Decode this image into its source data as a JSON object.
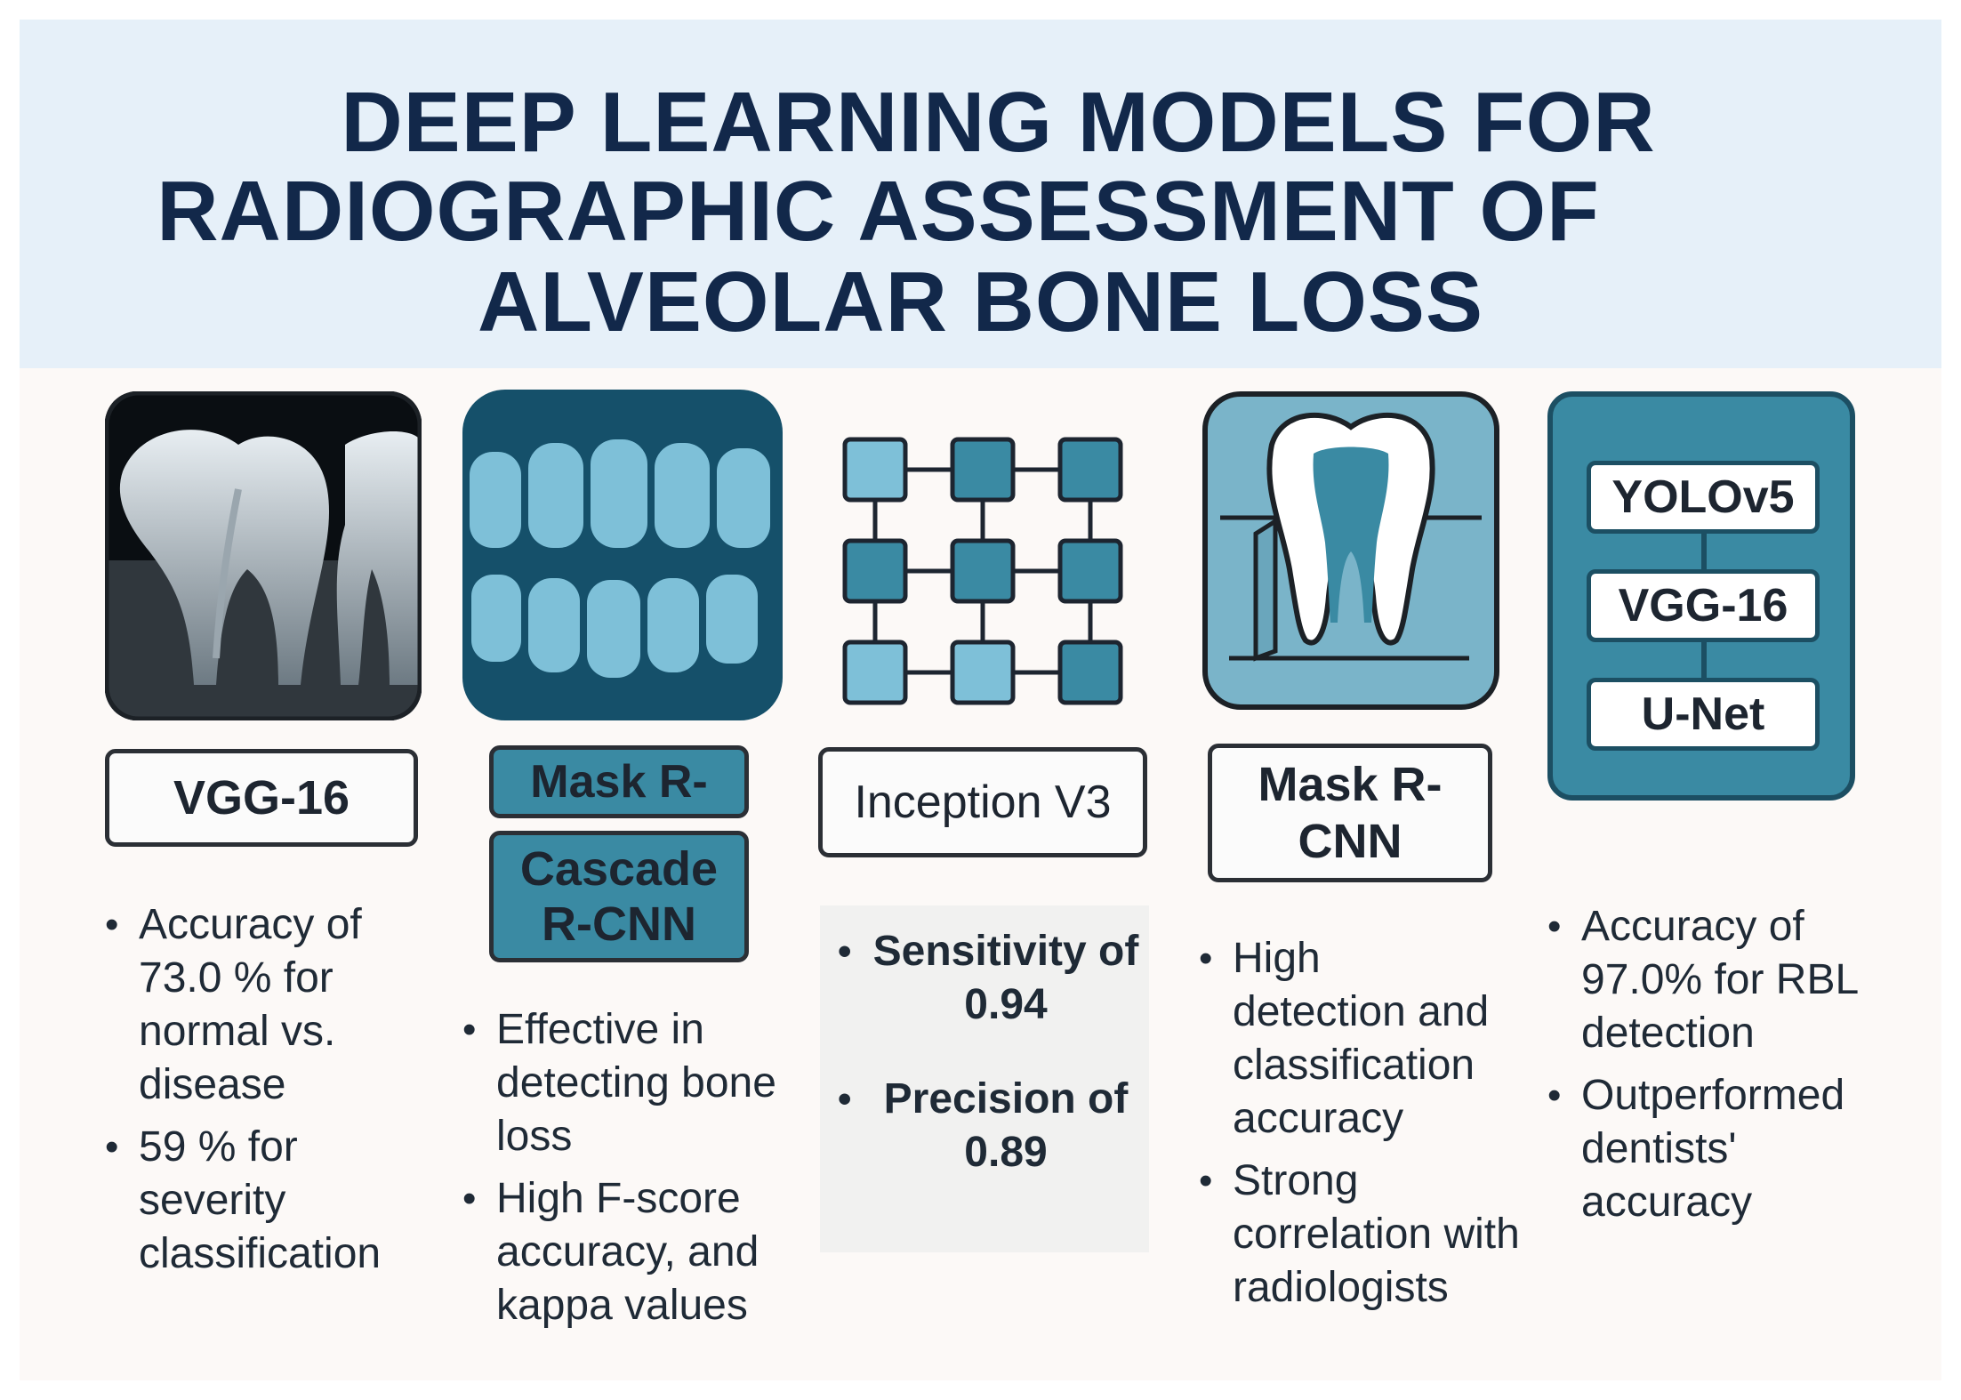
{
  "title": {
    "line1": "DEEP LEARNING MODELS FOR",
    "line2": "RADIOGRAPHIC ASSESSMENT OF",
    "line3": "ALVEOLAR BONE LOSS"
  },
  "colors": {
    "navy": "#12284a",
    "teal": "#3a8aa3",
    "dark_teal": "#1c4f63",
    "header_bg": "#e6f0f9"
  },
  "models": [
    {
      "icon": "tooth-xray-icon",
      "label": "VGG-16",
      "bullets": [
        "Accuracy of 73.0 % for normal vs. disease",
        "59 % for severity classification"
      ]
    },
    {
      "icon": "dental-arch-icon",
      "label_top": "Mask R-",
      "label_bottom": "Cascade R-CNN",
      "bullets": [
        "Effective in detecting bone loss",
        "High F-score accuracy, and kappa values"
      ]
    },
    {
      "icon": "network-grid-icon",
      "label": "Inception V3",
      "bullets": [
        "Sensitivity of 0.94",
        "Precision of 0.89"
      ]
    },
    {
      "icon": "tooth-cross-section-icon",
      "label": "Mask R-CNN",
      "bullets": [
        "High detection and classification accuracy",
        "Strong correlation with radiologists"
      ]
    },
    {
      "icon": "model-stack-icon",
      "stack": [
        "YOLOv5",
        "VGG-16",
        "U-Net"
      ],
      "bullets": [
        "Accuracy of 97.0% for RBL detection",
        "Outperformed dentists' accuracy"
      ]
    }
  ]
}
